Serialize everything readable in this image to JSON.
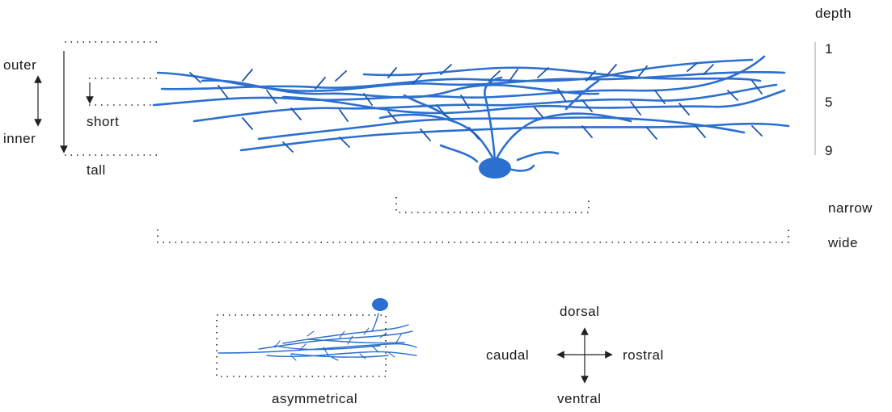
{
  "labels": {
    "depth_header": "depth",
    "depth_1": "1",
    "depth_5": "5",
    "depth_9": "9",
    "outer": "outer",
    "inner": "inner",
    "short": "short",
    "tall": "tall",
    "narrow": "narrow",
    "wide": "wide",
    "asymmetrical": "asymmetrical"
  },
  "compass": {
    "dorsal": "dorsal",
    "ventral": "ventral",
    "caudal": "caudal",
    "rostral": "rostral"
  },
  "colors": {
    "neuron": "#2b6fd0",
    "neuron_dark": "#1f57b0",
    "guide": "#222222"
  }
}
